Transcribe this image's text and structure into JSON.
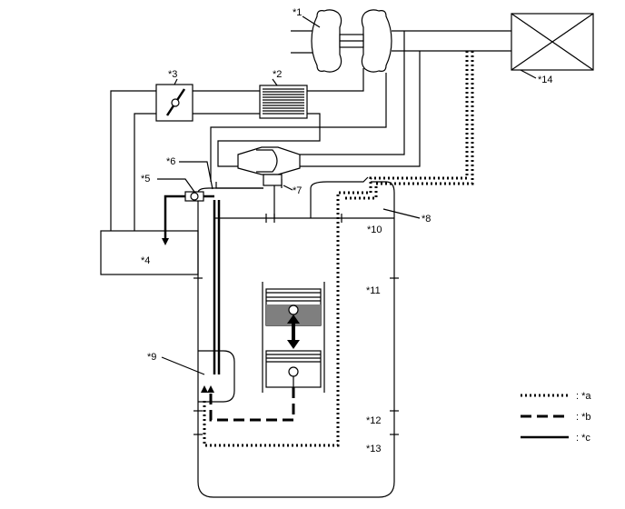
{
  "callouts": {
    "c1": "*1",
    "c2": "*2",
    "c3": "*3",
    "c4": "*4",
    "c5": "*5",
    "c6": "*6",
    "c7": "*7",
    "c8": "*8",
    "c9": "*9",
    "c10": "*10",
    "c11": "*11",
    "c12": "*12",
    "c13": "*13",
    "c14": "*14"
  },
  "legend": {
    "a": ": *a",
    "b": ": *b",
    "c": ": *c"
  },
  "line_styles": {
    "a": "dotted",
    "b": "dashed",
    "c": "solid-bold"
  },
  "colors": {
    "line": "#000000",
    "piston_fill": "#7f7f7f",
    "background": "#ffffff"
  }
}
